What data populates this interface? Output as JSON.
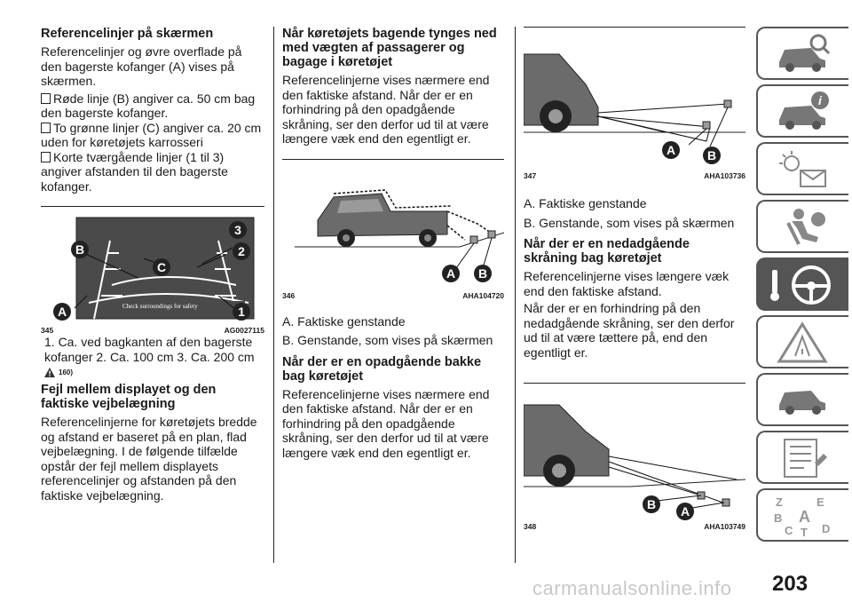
{
  "col1": {
    "heading1": "Referencelinjer på skærmen",
    "intro": "Referencelinjer og øvre overflade på den bagerste kofanger (A) vises på skærmen.",
    "bullet1": "Røde linje (B) angiver ca. 50 cm bag den bagerste kofanger.",
    "bullet2": "To grønne linjer (C) angiver ca. 20 cm uden for køretøjets karrosseri",
    "bullet3": "Korte tværgående linjer (1 til 3) angiver afstanden til den bagerste kofanger.",
    "figure": {
      "number": "345",
      "code": "AG0027115",
      "screen_text": "Check surroundings for safety",
      "labels": [
        "A",
        "B",
        "C",
        "1",
        "2",
        "3"
      ]
    },
    "caption": "1. Ca. ved bagkanten af den bagerste kofanger  2. Ca. 100 cm  3. Ca. 200 cm",
    "warning_ref": "160)",
    "heading2": "Fejl mellem displayet og den faktiske vejbelægning",
    "body2": "Referencelinjerne for køretøjets bredde og afstand er baseret på en plan, flad vejbelægning. I de følgende tilfælde opstår der fejl mellem displayets referencelinjer og afstanden på den faktiske vejbelægning."
  },
  "col2": {
    "heading1": "Når køretøjets bagende tynges ned med vægten af passagerer og bagage i køretøjet",
    "body1": "Referencelinjerne vises nærmere end den faktiske afstand. Når der er en forhindring på den opadgående skråning, ser den derfor ud til at være længere væk end den egentligt er.",
    "figure": {
      "number": "346",
      "code": "AHA104720",
      "labels": [
        "A",
        "B"
      ]
    },
    "legendA": "A. Faktiske genstande",
    "legendB": "B. Genstande, som vises på skærmen",
    "heading2": "Når der er en opadgående bakke bag køretøjet",
    "body2": "Referencelinjerne vises nærmere end den faktiske afstand. Når der er en forhindring på den opadgående skråning, ser den derfor ud til at være længere væk end den egentligt er."
  },
  "col3": {
    "figure1": {
      "number": "347",
      "code": "AHA103736",
      "labels": [
        "A",
        "B"
      ]
    },
    "legendA": "A. Faktiske genstande",
    "legendB": "B. Genstande, som vises på skærmen",
    "heading1": "Når der er en nedadgående skråning bag køretøjet",
    "body1a": "Referencelinjerne vises længere væk end den faktiske afstand.",
    "body1b": "Når der er en forhindring på den nedadgående skråning, ser den derfor ud til at være tættere på, end den egentligt er.",
    "figure2": {
      "number": "348",
      "code": "AHA103749",
      "labels": [
        "B",
        "A"
      ]
    }
  },
  "sidebar": {
    "tabs": [
      "car-overview-icon",
      "car-info-icon",
      "lights-mail-icon",
      "safety-airbag-icon",
      "steering-key-icon",
      "warning-road-icon",
      "car-service-icon",
      "specs-list-icon",
      "alphabet-index-icon"
    ],
    "active_index": 4,
    "index_letters": [
      "Z",
      "E",
      "B",
      "A",
      "C",
      "T",
      "D"
    ]
  },
  "page_number": "203",
  "watermark": "carmanualsonline.info"
}
